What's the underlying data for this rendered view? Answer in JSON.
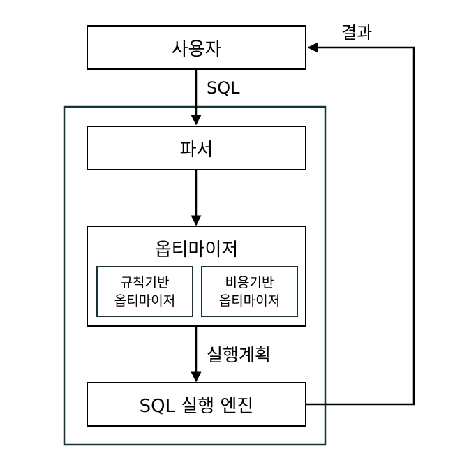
{
  "nodes": {
    "user": "사용자",
    "parser": "파서",
    "optimizer": "옵티마이저",
    "rule_based": {
      "line1": "규칙기반",
      "line2": "옵티마이저"
    },
    "cost_based": {
      "line1": "비용기반",
      "line2": "옵티마이저"
    },
    "engine": "SQL 실행 엔진"
  },
  "edges": {
    "sql": "SQL",
    "plan": "실행계획",
    "result": "결과"
  },
  "colors": {
    "container_border": "#17333a",
    "box_border": "#000000",
    "arrow": "#000000"
  }
}
